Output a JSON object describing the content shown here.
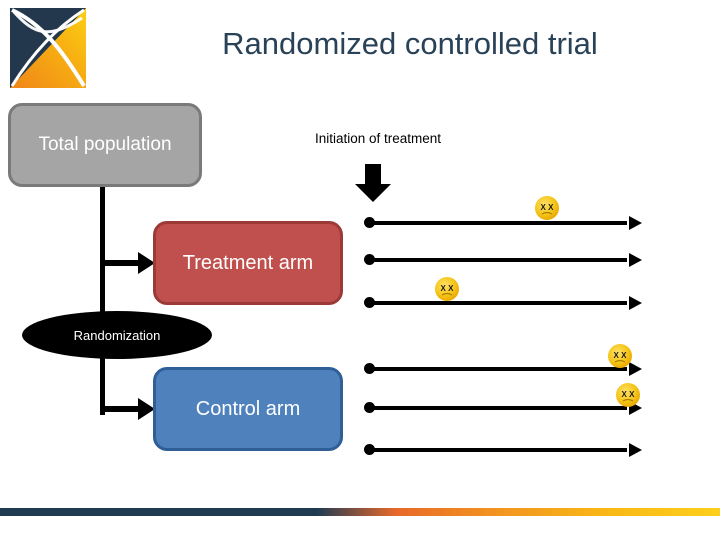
{
  "slide": {
    "title": "Randomized controlled trial",
    "title_color": "#2a4257",
    "background": "#ffffff"
  },
  "logo": {
    "name": "x-mark-logo",
    "navy": "#23384d",
    "orange": "#f18a1b",
    "yellow": "#fdc913"
  },
  "boxes": {
    "total_population": {
      "label": "Total population",
      "fill": "#a5a5a5",
      "border": "#7a7a7a",
      "text_color": "#ffffff"
    },
    "treatment_arm": {
      "label": "Treatment arm",
      "fill": "#c0504d",
      "border": "#9b3a36",
      "text_color": "#ffffff"
    },
    "control_arm": {
      "label": "Control arm",
      "fill": "#4f81bd",
      "border": "#2f5f97",
      "text_color": "#ffffff"
    },
    "randomization": {
      "label": "Randomization",
      "fill": "#000000",
      "text_color": "#ffffff"
    }
  },
  "annotations": {
    "initiation_label": "Initiation of treatment"
  },
  "timelines": {
    "treatment": [
      {
        "name": "treatment-timeline-1",
        "event": "dead-face-emoji",
        "event_position_pct": 62
      },
      {
        "name": "treatment-timeline-2",
        "event": null,
        "event_position_pct": null
      },
      {
        "name": "treatment-timeline-3",
        "event": "dead-face-emoji",
        "event_position_pct": 27
      }
    ],
    "control": [
      {
        "name": "control-timeline-1",
        "event": "dead-face-emoji",
        "event_position_pct": 89
      },
      {
        "name": "control-timeline-2",
        "event": "dead-face-emoji",
        "event_position_pct": 93
      },
      {
        "name": "control-timeline-3",
        "event": null,
        "event_position_pct": null
      }
    ]
  },
  "emoji": {
    "name": "dead-face-emoji",
    "eyes": "X X",
    "fill": "#f5c518",
    "stroke": "#e8a400"
  },
  "footer_bar": {
    "gradient_start": "#1f3b52",
    "gradient_mid": "#f29120",
    "gradient_end": "#fdcf1c"
  }
}
